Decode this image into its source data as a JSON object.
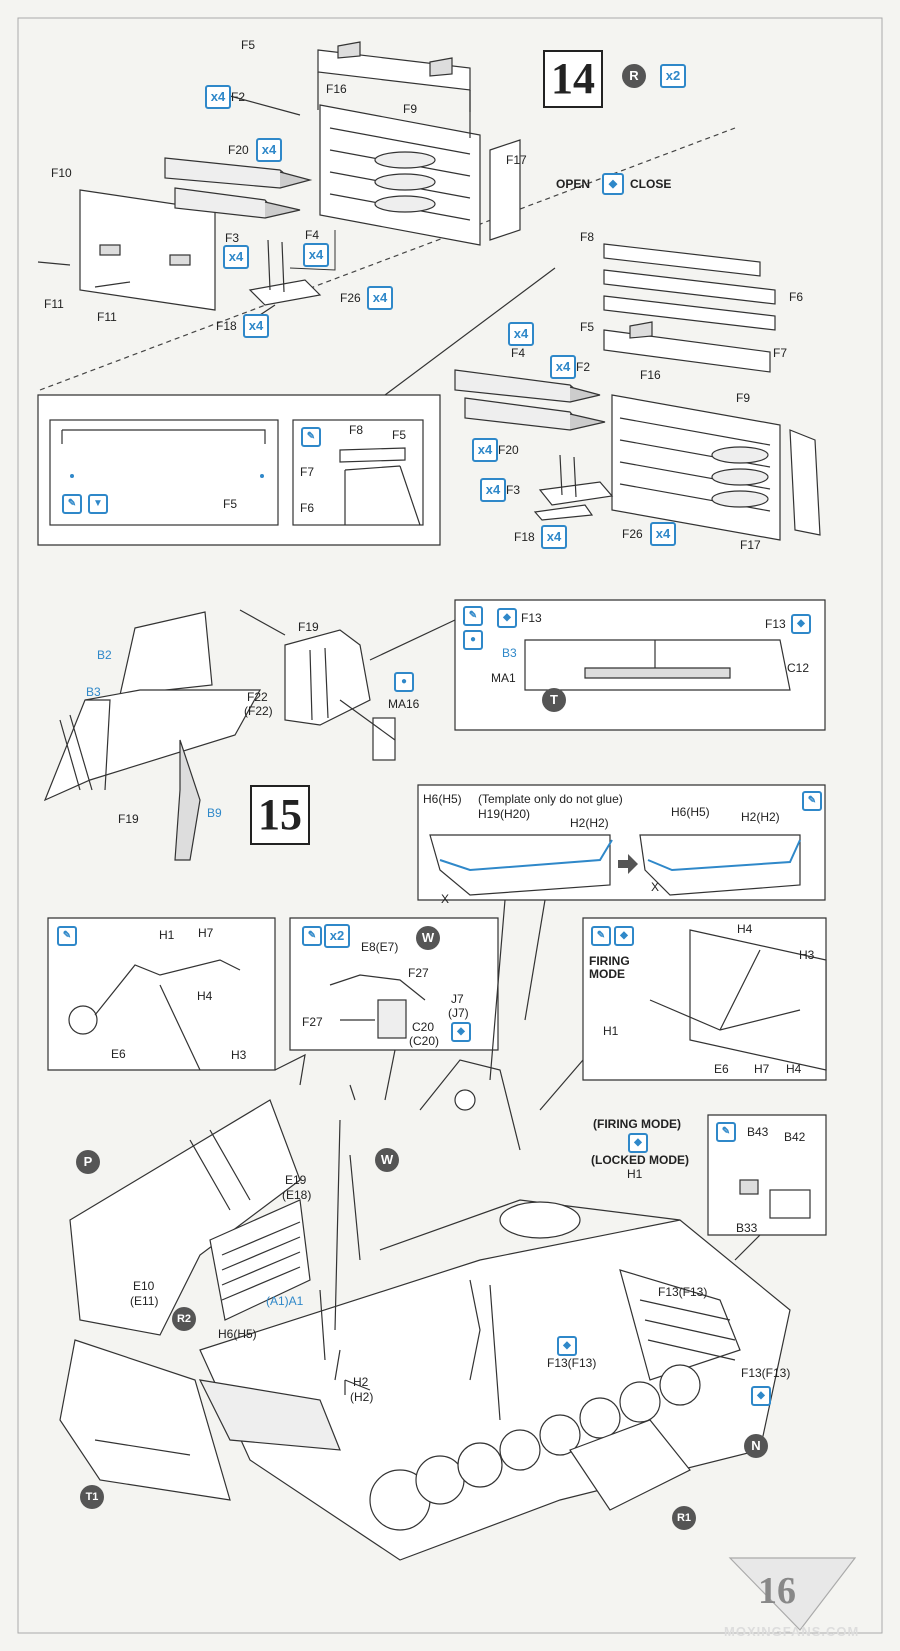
{
  "steps": {
    "step14": "14",
    "step15": "15",
    "step16": "16"
  },
  "badges": {
    "x2": "x2",
    "x4": "x4",
    "R": "R",
    "P": "P",
    "W": "W",
    "T": "T",
    "N": "N",
    "R1": "R1",
    "R2": "R2",
    "T1": "T1"
  },
  "labels": {
    "F5": "F5",
    "F2": "F2",
    "F16": "F16",
    "F9": "F9",
    "F17": "F17",
    "F20": "F20",
    "F10": "F10",
    "F3": "F3",
    "F4": "F4",
    "F11": "F11",
    "F26": "F26",
    "F18": "F18",
    "F8": "F8",
    "F6": "F6",
    "F7": "F7",
    "open": "OPEN",
    "close": "CLOSE",
    "F19": "F19",
    "F22": "F22",
    "F22p": "(F22)",
    "B2": "B2",
    "B3": "B3",
    "B9": "B9",
    "MA16": "MA16",
    "F13": "F13",
    "C12": "C12",
    "MA1": "MA1",
    "H6H5": "H6(H5)",
    "template": "(Template only do not glue)",
    "H19H20": "H19(H20)",
    "H2H2": "H2(H2)",
    "X": "X",
    "H1": "H1",
    "H7": "H7",
    "H4": "H4",
    "H3": "H3",
    "E6": "E6",
    "E8E7": "E8(E7)",
    "F27": "F27",
    "J7": "J7",
    "J7p": "(J7)",
    "C20": "C20",
    "C20p": "(C20)",
    "firing": "FIRING",
    "mode": "MODE",
    "firingMode": "(FIRING MODE)",
    "lockedMode": "(LOCKED MODE)",
    "B43": "B43",
    "B42": "B42",
    "B33": "B33",
    "E19": "E19",
    "E18p": "(E18)",
    "E10": "E10",
    "E11p": "(E11)",
    "A1A1": "(A1)A1",
    "H2": "H2",
    "H2p": "(H2)",
    "F13F13": "F13(F13)"
  },
  "watermark": "MOXINGFANS.COM"
}
